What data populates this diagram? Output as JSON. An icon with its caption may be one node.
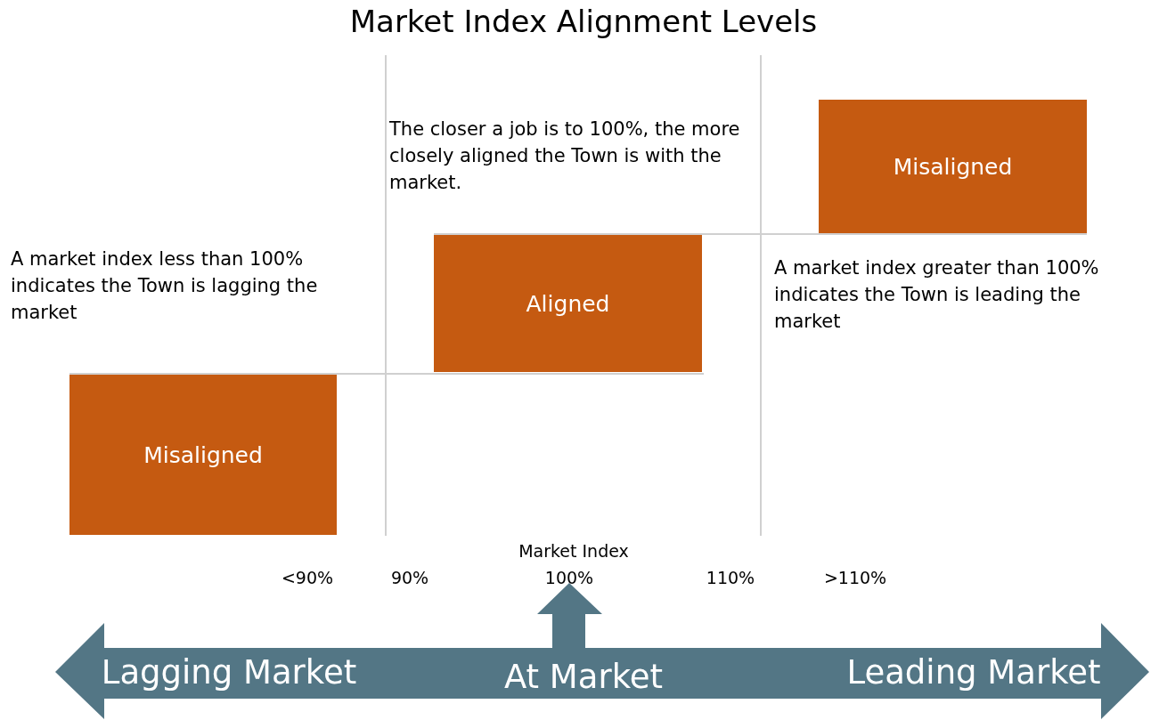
{
  "diagram": {
    "title": "Market Index Alignment Levels",
    "nodes": [
      {
        "text": [
          "Misaligned"
        ]
      },
      {
        "text": [
          "Aligned"
        ]
      },
      {
        "text": [
          "Misaligned"
        ]
      },
      {
        "text": [
          "Lagging Market",
          "At Market",
          "Leading Market"
        ]
      }
    ],
    "edges": [],
    "labels": [
      "The closer a job is to 100%, the more closely aligned the Town is with the market.",
      "A market index less than 100% indicates the Town is lagging the market",
      "A market index greater than 100% indicates the Town is leading the market",
      "Market Index",
      "<90%",
      "90%",
      "100%",
      "110%",
      ">110%"
    ]
  }
}
